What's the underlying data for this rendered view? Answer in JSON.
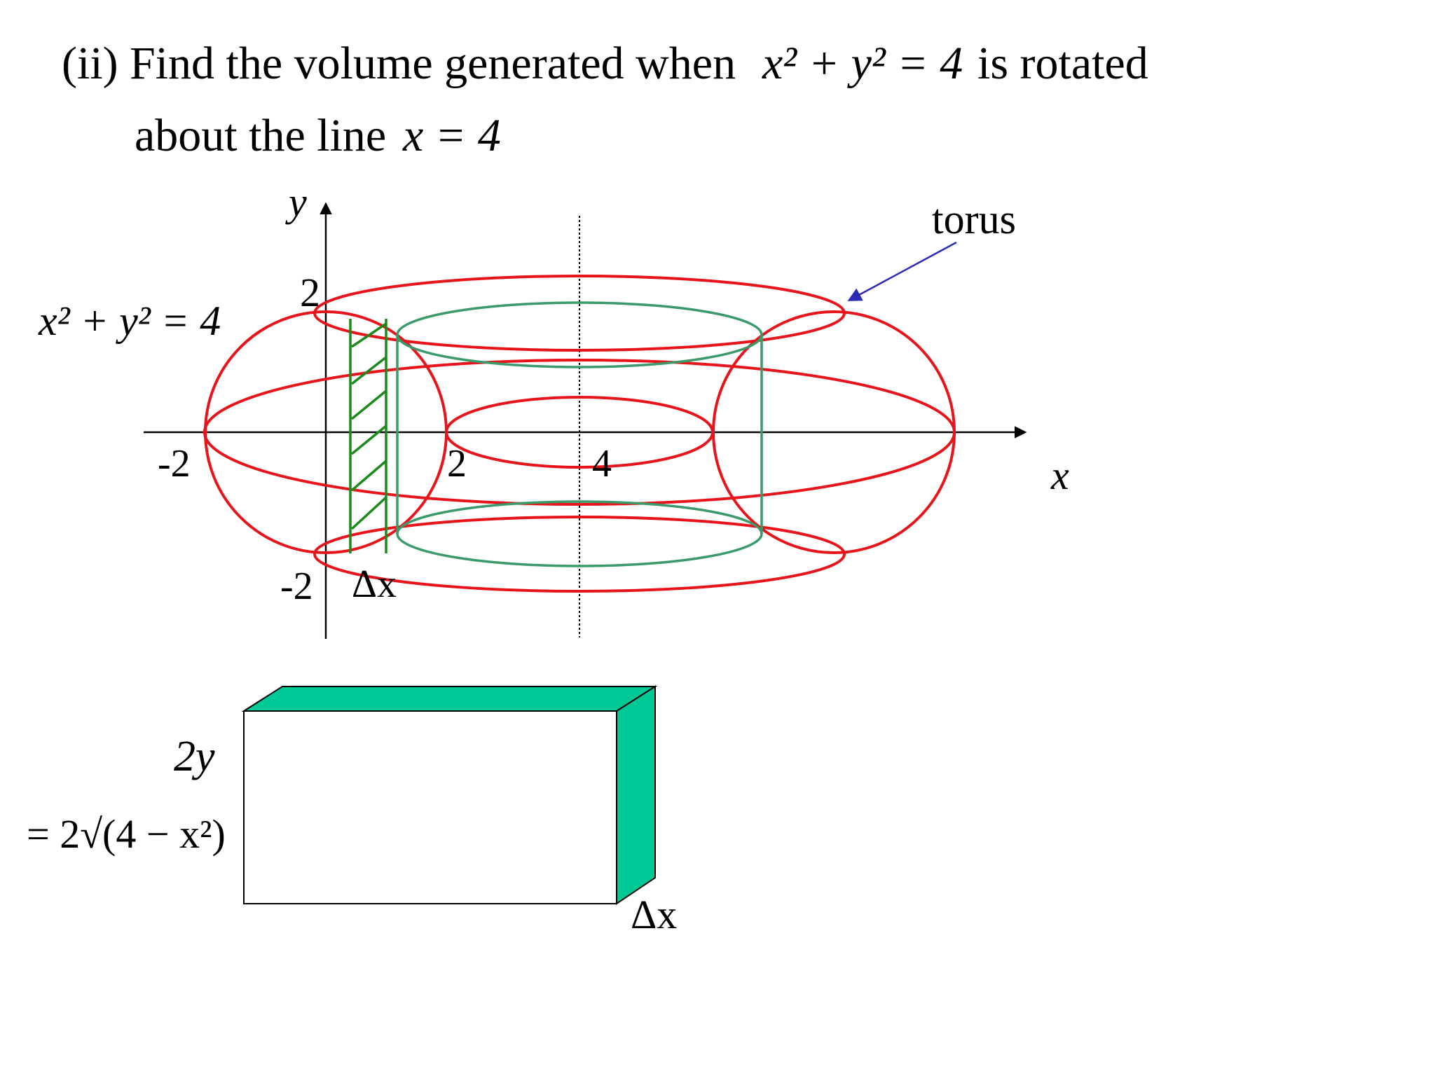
{
  "heading": {
    "part": "(ii)",
    "line1_a": "Find the volume generated when",
    "line1_eq": "x² + y² = 4",
    "line1_b": "is rotated",
    "line2": "about the line",
    "line2_eq": "x = 4"
  },
  "graph": {
    "circle_label": "x² + y² = 4",
    "y_axis_label": "y",
    "x_axis_label": "x",
    "tick_y_top": "2",
    "tick_y_bottom": "-2",
    "tick_x_left": "-2",
    "tick_x_2": "2",
    "tick_x_4": "4",
    "strip_width_label": "Δx",
    "callout_label": "torus"
  },
  "slab": {
    "height_label_1": "2y",
    "height_label_2": "= 2√(4 − x²)",
    "width_label": "Δx"
  },
  "colors": {
    "torus": "#e8141b",
    "shell": "#3a9a6a",
    "hatch": "#1a8a1a",
    "arrow": "#2b2bb8",
    "slab_fill": "#00c896",
    "axis": "#000000"
  }
}
